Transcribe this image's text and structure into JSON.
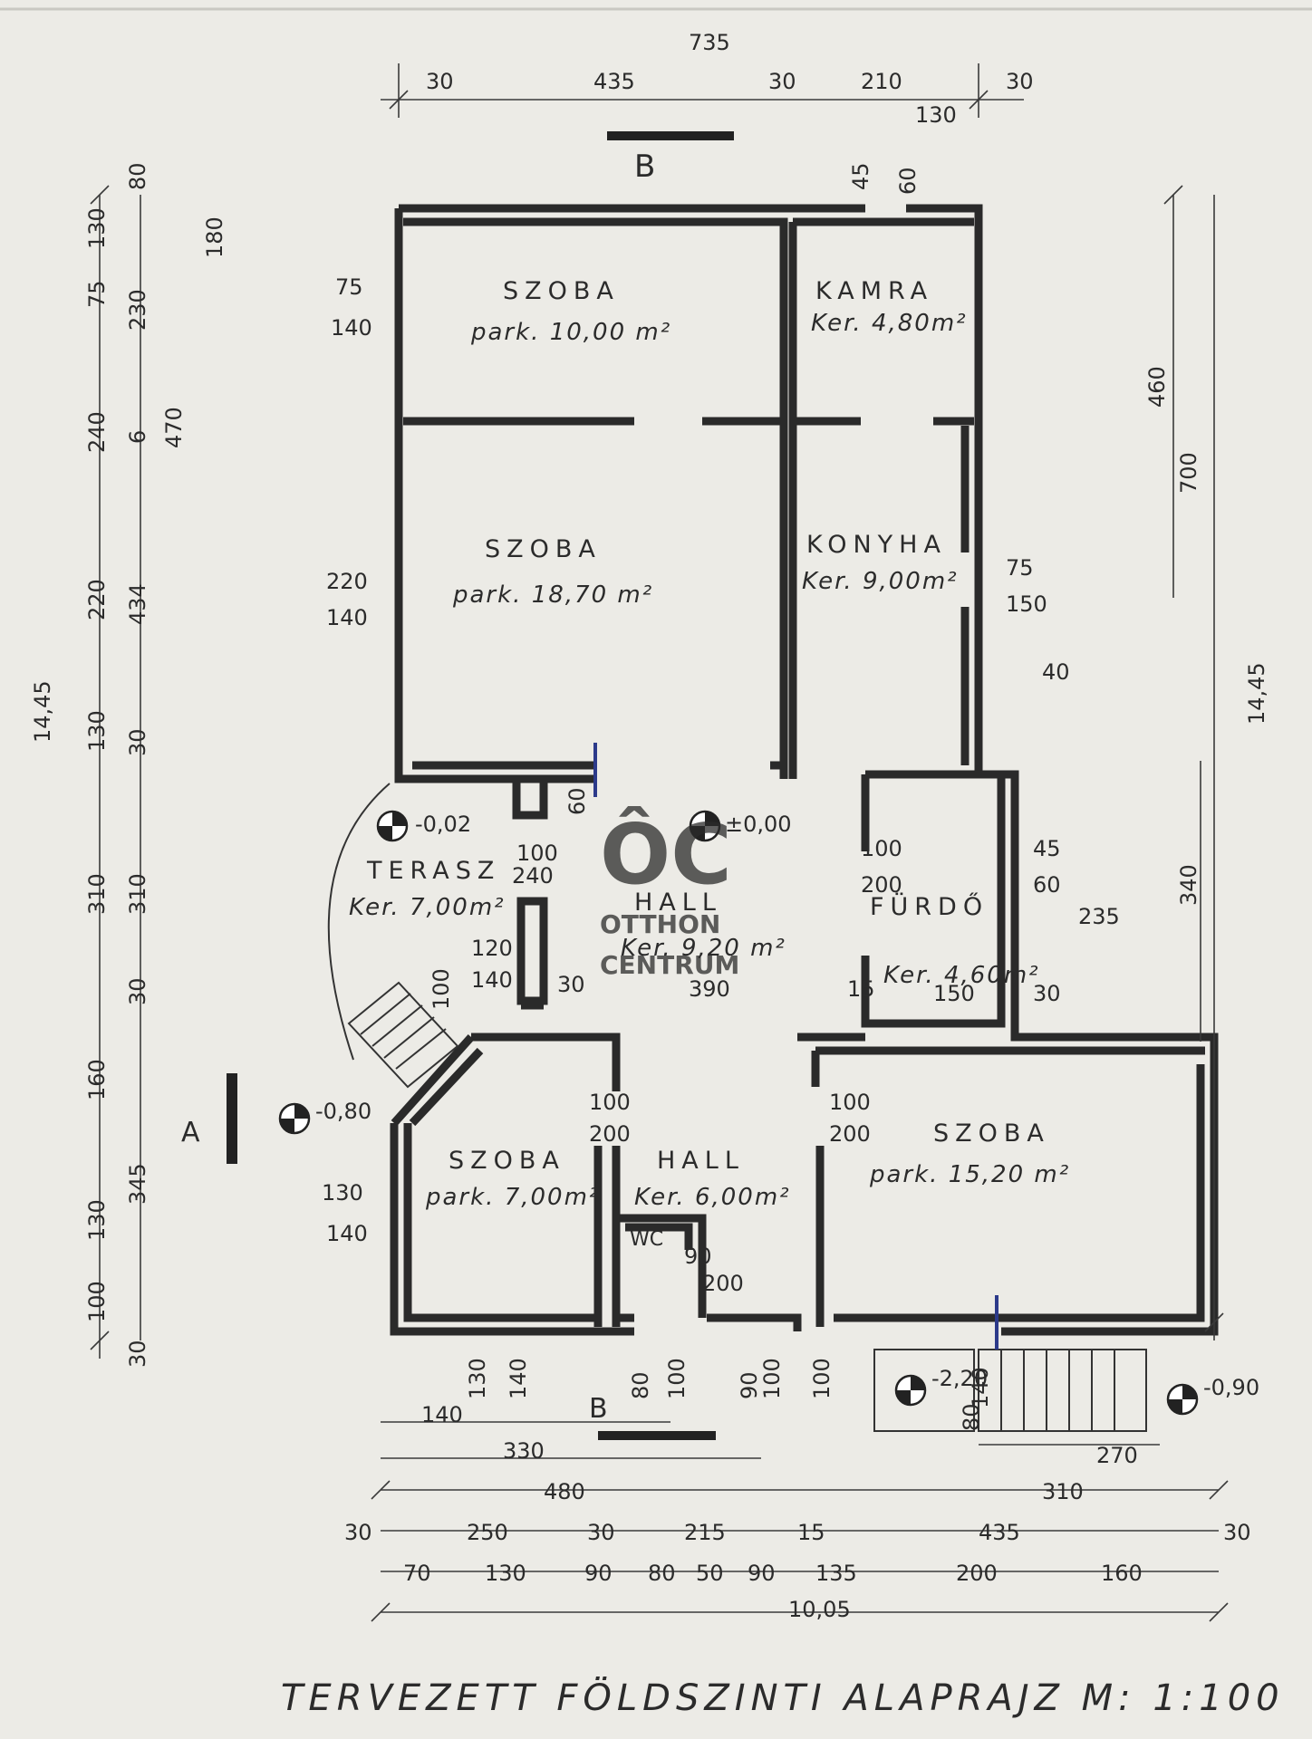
{
  "title": "TERVEZETT FÖLDSZINTI ALAPRAJZ  M: 1:100",
  "section_marks": {
    "a": "A",
    "b_top": "B",
    "b_bottom": "B"
  },
  "logo": {
    "mark": "ÔC",
    "line1": "OTTHON",
    "line2": "CENTRUM"
  },
  "rooms": [
    {
      "id": "szoba-1",
      "name": "SZOBA",
      "area": "park. 10,00 m²"
    },
    {
      "id": "kamra",
      "name": "KAMRA",
      "area": "Ker. 4,80m²"
    },
    {
      "id": "szoba-2",
      "name": "SZOBA",
      "area": "park. 18,70 m²"
    },
    {
      "id": "konyha",
      "name": "KONYHA",
      "area": "Ker. 9,00m²"
    },
    {
      "id": "terasz",
      "name": "TERASZ",
      "area": "Ker. 7,00m²"
    },
    {
      "id": "hall-1",
      "name": "HALL",
      "area": "Ker. 9,20 m²"
    },
    {
      "id": "furdo",
      "name": "FÜRDŐ",
      "area": "Ker. 4,60m²"
    },
    {
      "id": "szoba-3",
      "name": "SZOBA",
      "area": "park. 7,00m²"
    },
    {
      "id": "hall-2",
      "name": "HALL",
      "area": "Ker. 6,00m²"
    },
    {
      "id": "wc",
      "name": "WC",
      "area": ""
    },
    {
      "id": "szoba-4",
      "name": "SZOBA",
      "area": "park. 15,20 m²"
    }
  ],
  "levels": [
    {
      "id": "terasz",
      "value": "-0,02"
    },
    {
      "id": "hall",
      "value": "±0,00"
    },
    {
      "id": "entry",
      "value": "-0,80"
    },
    {
      "id": "stair",
      "value": "-2,20"
    },
    {
      "id": "outer",
      "value": "-0,90"
    }
  ],
  "dims": {
    "top_total": "735",
    "top_row": [
      "30",
      "435",
      "30",
      "210",
      "30"
    ],
    "top_sub": "130",
    "door_top": [
      "45",
      "60"
    ],
    "left_outer": "14,45",
    "left_row_a": [
      "80",
      "130",
      "75",
      "240",
      "220",
      "130",
      "310",
      "160",
      "130",
      "100",
      "30"
    ],
    "left_row_b": [
      "230",
      "6",
      "434",
      "30",
      "310",
      "30",
      "345"
    ],
    "left_row_b_extra": [
      "180",
      "470"
    ],
    "right_outer": "14,45",
    "right_a": "460",
    "right_b": "700",
    "right_c": "340",
    "bottom_total": "10,05",
    "bottom_330": "330",
    "bottom_480": "480",
    "bottom_140": "140",
    "bottom_row_1": [
      "30",
      "250",
      "30",
      "215",
      "15",
      "435",
      "30"
    ],
    "bottom_row_2": [
      "70",
      "130",
      "90",
      "80",
      "50",
      "90",
      "135",
      "200",
      "160"
    ],
    "bottom_right": [
      "270",
      "310"
    ],
    "windows": [
      "75",
      "140",
      "220",
      "140",
      "130",
      "140",
      "75",
      "150",
      "45",
      "60"
    ],
    "doors": [
      "100",
      "240",
      "100",
      "200",
      "100",
      "200",
      "100",
      "200",
      "90",
      "200",
      "120",
      "140"
    ],
    "misc": [
      "40",
      "235",
      "390",
      "15",
      "150",
      "30",
      "30",
      "100",
      "60",
      "130",
      "140",
      "80",
      "100",
      "90",
      "100",
      "100",
      "140",
      "80"
    ]
  },
  "colors": {
    "paper": "#ecebe6",
    "ink": "#2a2a2a",
    "logo": "#7b7b7b",
    "accent": "#2c3a8a"
  }
}
